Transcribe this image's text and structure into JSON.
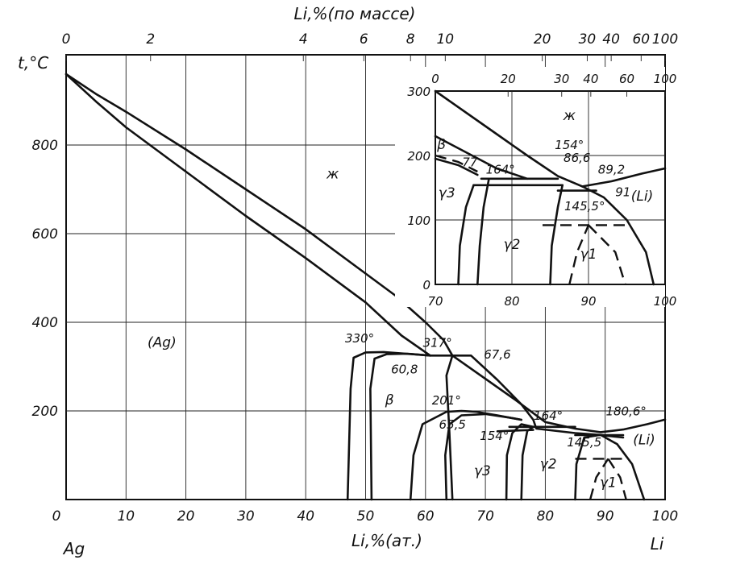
{
  "chart_data": {
    "type": "line",
    "title": "",
    "main": {
      "ylabel": "t,°C",
      "xlabel": "Li,%(ат.)",
      "top_axis_label": "Li,%(по массе)",
      "xlim": [
        0,
        100
      ],
      "ylim": [
        0,
        1000
      ],
      "x_ticks": [
        "0",
        "10",
        "20",
        "30",
        "40",
        "50",
        "60",
        "70",
        "80",
        "90",
        "100"
      ],
      "y_ticks": [
        "200",
        "400",
        "600",
        "800"
      ],
      "left_element": "Ag",
      "right_element": "Li",
      "top_ticks": [
        {
          "label": "0",
          "at": 0
        },
        {
          "label": "2",
          "at": 14.1
        },
        {
          "label": "4",
          "at": 39.6
        },
        {
          "label": "6",
          "at": 49.7
        },
        {
          "label": "8",
          "at": 57.5
        },
        {
          "label": "10",
          "at": 63.3
        },
        {
          "label": "20",
          "at": 79.5
        },
        {
          "label": "30",
          "at": 87
        },
        {
          "label": "40",
          "at": 91
        },
        {
          "label": "60",
          "at": 96
        },
        {
          "label": "100",
          "at": 100
        }
      ],
      "phase_labels": [
        {
          "text": "ж",
          "x": 44.5,
          "y": 725
        },
        {
          "text": "(Ag)",
          "x": 16,
          "y": 345
        },
        {
          "text": "β",
          "x": 54,
          "y": 215
        },
        {
          "text": "γ3",
          "x": 69.5,
          "y": 55
        },
        {
          "text": "γ2",
          "x": 80.5,
          "y": 70
        },
        {
          "text": "γ1",
          "x": 90.5,
          "y": 28
        },
        {
          "text": "(Li)",
          "x": 96.5,
          "y": 125
        }
      ],
      "annotations": [
        {
          "text": "330°",
          "x": 49,
          "y": 355
        },
        {
          "text": "317°",
          "x": 62,
          "y": 345
        },
        {
          "text": "67,6",
          "x": 72,
          "y": 318
        },
        {
          "text": "60,8",
          "x": 56.5,
          "y": 285
        },
        {
          "text": "201°",
          "x": 63.5,
          "y": 215
        },
        {
          "text": "65,5",
          "x": 64.5,
          "y": 160
        },
        {
          "text": "154°",
          "x": 71.5,
          "y": 135
        },
        {
          "text": "164°",
          "x": 80.5,
          "y": 180
        },
        {
          "text": "180,6°",
          "x": 93.5,
          "y": 190
        },
        {
          "text": "145,5",
          "x": 86.5,
          "y": 120
        }
      ],
      "curves": [
        {
          "name": "liquidus",
          "style": "solid",
          "points": [
            [
              0,
              960
            ],
            [
              5,
              915
            ],
            [
              10,
              875
            ],
            [
              20,
              790
            ],
            [
              30,
              700
            ],
            [
              40,
              610
            ],
            [
              50,
              510
            ],
            [
              55,
              460
            ],
            [
              60,
              400
            ],
            [
              63,
              360
            ],
            [
              64.5,
              325
            ],
            [
              75,
              225
            ],
            [
              80,
              175
            ],
            [
              85,
              160
            ],
            [
              89.2,
              152
            ],
            [
              93,
              158
            ],
            [
              97,
              170
            ],
            [
              100,
              180.6
            ]
          ]
        },
        {
          "name": "solidus",
          "style": "solid",
          "points": [
            [
              0,
              960
            ],
            [
              5,
              898
            ],
            [
              10,
              840
            ],
            [
              20,
              740
            ],
            [
              30,
              640
            ],
            [
              40,
              545
            ],
            [
              50,
              445
            ],
            [
              56,
              370
            ],
            [
              60.8,
              325
            ],
            [
              67.6,
              325
            ],
            [
              72,
              270
            ],
            [
              76,
              215
            ],
            [
              78,
              180
            ],
            [
              78.5,
              160
            ],
            [
              85,
              150
            ],
            [
              89,
              146
            ],
            [
              93,
              140
            ]
          ]
        },
        {
          "name": "ag-solvus",
          "style": "solid",
          "points": [
            [
              47,
              0
            ],
            [
              47.5,
              250
            ],
            [
              48,
              320
            ],
            [
              50,
              332
            ],
            [
              53,
              333
            ],
            [
              60.8,
              325
            ]
          ]
        },
        {
          "name": "beta-left",
          "style": "solid",
          "points": [
            [
              51,
              0
            ],
            [
              50.8,
              250
            ],
            [
              51.5,
              318
            ],
            [
              53.5,
              328
            ],
            [
              57,
              329
            ],
            [
              60.8,
              325
            ]
          ]
        },
        {
          "name": "beta-right",
          "style": "solid",
          "points": [
            [
              64.5,
              0
            ],
            [
              64,
              150
            ],
            [
              63.5,
              280
            ],
            [
              64.5,
              325
            ]
          ]
        },
        {
          "name": "gamma3-left",
          "style": "solid",
          "points": [
            [
              57.5,
              0
            ],
            [
              58,
              100
            ],
            [
              59.5,
              170
            ],
            [
              63.5,
              198
            ],
            [
              66,
              200
            ],
            [
              68.5,
              198
            ],
            [
              72,
              190
            ],
            [
              76,
              180
            ]
          ]
        },
        {
          "name": "gamma3-inner",
          "style": "solid",
          "points": [
            [
              63.5,
              0
            ],
            [
              63.3,
              100
            ],
            [
              64,
              170
            ],
            [
              66,
              190
            ],
            [
              70,
              193
            ],
            [
              74,
              185
            ],
            [
              76,
              180
            ]
          ]
        },
        {
          "name": "gamma3-right",
          "style": "solid",
          "points": [
            [
              73.5,
              0
            ],
            [
              73.6,
              100
            ],
            [
              74.5,
              150
            ],
            [
              76,
              170
            ],
            [
              78,
              164
            ]
          ]
        },
        {
          "name": "gamma2-left",
          "style": "solid",
          "points": [
            [
              76,
              0
            ],
            [
              76.2,
              100
            ],
            [
              77,
              155
            ],
            [
              78,
              164
            ]
          ]
        },
        {
          "name": "peritectic-154",
          "style": "solid",
          "points": [
            [
              72,
              154
            ],
            [
              78,
              157
            ]
          ]
        },
        {
          "name": "peritectic-164",
          "style": "solid",
          "points": [
            [
              74,
              164
            ],
            [
              85,
              164
            ]
          ]
        },
        {
          "name": "gamma2-right",
          "style": "solid",
          "points": [
            [
              85,
              0
            ],
            [
              85.2,
              80
            ],
            [
              86.5,
              140
            ],
            [
              89,
              145.5
            ]
          ]
        },
        {
          "name": "li-solvus",
          "style": "solid",
          "points": [
            [
              89.3,
              145.5
            ],
            [
              92,
              125
            ],
            [
              94.5,
              80
            ],
            [
              96.5,
              0
            ]
          ]
        },
        {
          "name": "gamma1-left",
          "style": "dashed",
          "points": [
            [
              87.5,
              0
            ],
            [
              88.5,
              50
            ],
            [
              90.5,
              92
            ]
          ]
        },
        {
          "name": "gamma1-top",
          "style": "dashed",
          "points": [
            [
              85,
              92
            ],
            [
              93.5,
              92
            ]
          ]
        },
        {
          "name": "gamma1-right",
          "style": "dashed",
          "points": [
            [
              90.5,
              92
            ],
            [
              92.5,
              50
            ],
            [
              93.5,
              0
            ]
          ]
        },
        {
          "name": "eutectic-145",
          "style": "solid",
          "points": [
            [
              85,
              145.5
            ],
            [
              93,
              145.5
            ]
          ]
        }
      ]
    },
    "inset": {
      "xlim": [
        70,
        100
      ],
      "ylim": [
        0,
        300
      ],
      "x_ticks": [
        "70",
        "80",
        "90",
        "100"
      ],
      "y_ticks": [
        "300",
        "200",
        "100",
        "0"
      ],
      "top_ticks": [
        {
          "label": "0",
          "at": 70
        },
        {
          "label": "20",
          "at": 79.5
        },
        {
          "label": "30",
          "at": 86.5
        },
        {
          "label": "40",
          "at": 90.3
        },
        {
          "label": "60",
          "at": 95
        },
        {
          "label": "100",
          "at": 100
        }
      ],
      "phase_labels": [
        {
          "text": "ж",
          "x": 87.5,
          "y": 255
        },
        {
          "text": "β",
          "x": 70.8,
          "y": 210
        },
        {
          "text": "γ3",
          "x": 71.5,
          "y": 135
        },
        {
          "text": "γ2",
          "x": 80,
          "y": 55
        },
        {
          "text": "γ1",
          "x": 90,
          "y": 40
        },
        {
          "text": "(Li)",
          "x": 97,
          "y": 130
        }
      ],
      "annotations": [
        {
          "text": "154°",
          "x": 87.5,
          "y": 210
        },
        {
          "text": "77",
          "x": 74.5,
          "y": 183
        },
        {
          "text": "164°",
          "x": 78.5,
          "y": 172
        },
        {
          "text": "86,6",
          "x": 88.5,
          "y": 190
        },
        {
          "text": "89,2",
          "x": 93,
          "y": 172
        },
        {
          "text": "91",
          "x": 94.5,
          "y": 137
        },
        {
          "text": "145,5°",
          "x": 89.5,
          "y": 115
        }
      ],
      "curves": [
        {
          "name": "inset-liquidus-1",
          "style": "solid",
          "points": [
            [
              70,
              300
            ],
            [
              76,
              250
            ],
            [
              82,
              200
            ],
            [
              86,
              168
            ],
            [
              89.2,
              152
            ]
          ]
        },
        {
          "name": "inset-liquidus-2",
          "style": "solid",
          "points": [
            [
              70,
              230
            ],
            [
              74,
              205
            ],
            [
              78,
              180
            ],
            [
              82,
              164
            ]
          ]
        },
        {
          "name": "inset-liquidus-3",
          "style": "solid",
          "points": [
            [
              89.2,
              152
            ],
            [
              93,
              160
            ],
            [
              97,
              172
            ],
            [
              100,
              180
            ]
          ]
        },
        {
          "name": "inset-beta",
          "style": "dashed",
          "points": [
            [
              70,
              200
            ],
            [
              73,
              190
            ],
            [
              75.5,
              175
            ]
          ]
        },
        {
          "name": "inset-beta-solid",
          "style": "solid",
          "points": [
            [
              70,
              195
            ],
            [
              73,
              185
            ],
            [
              75.5,
              170
            ]
          ]
        },
        {
          "name": "inset-164",
          "style": "solid",
          "points": [
            [
              76,
              164
            ],
            [
              86,
              164
            ]
          ]
        },
        {
          "name": "inset-154",
          "style": "solid",
          "points": [
            [
              75,
              154
            ],
            [
              86.6,
              154
            ]
          ]
        },
        {
          "name": "inset-gamma3-l",
          "style": "solid",
          "points": [
            [
              73,
              0
            ],
            [
              73.2,
              60
            ],
            [
              74,
              120
            ],
            [
              75,
              154
            ]
          ]
        },
        {
          "name": "inset-gamma3-r",
          "style": "solid",
          "points": [
            [
              75.5,
              0
            ],
            [
              75.8,
              60
            ],
            [
              76.3,
              120
            ],
            [
              77,
              164
            ]
          ]
        },
        {
          "name": "inset-gamma2-r",
          "style": "solid",
          "points": [
            [
              85,
              0
            ],
            [
              85.2,
              60
            ],
            [
              86,
              120
            ],
            [
              86.6,
              154
            ]
          ]
        },
        {
          "name": "inset-145",
          "style": "solid",
          "points": [
            [
              86,
              145.5
            ],
            [
              91,
              145.5
            ]
          ]
        },
        {
          "name": "inset-li-solvus",
          "style": "solid",
          "points": [
            [
              89.2,
              152
            ],
            [
              92,
              135
            ],
            [
              95,
              100
            ],
            [
              97.5,
              50
            ],
            [
              98.5,
              0
            ]
          ]
        },
        {
          "name": "inset-gamma1-top",
          "style": "dashed",
          "points": [
            [
              84,
              92
            ],
            [
              95,
              92
            ]
          ]
        },
        {
          "name": "inset-gamma1-l",
          "style": "dashed",
          "points": [
            [
              87.5,
              0
            ],
            [
              88.5,
              50
            ],
            [
              90,
              92
            ]
          ]
        },
        {
          "name": "inset-gamma1-r",
          "style": "dashed",
          "points": [
            [
              90,
              92
            ],
            [
              93.5,
              50
            ],
            [
              94.8,
              0
            ]
          ]
        }
      ]
    }
  }
}
